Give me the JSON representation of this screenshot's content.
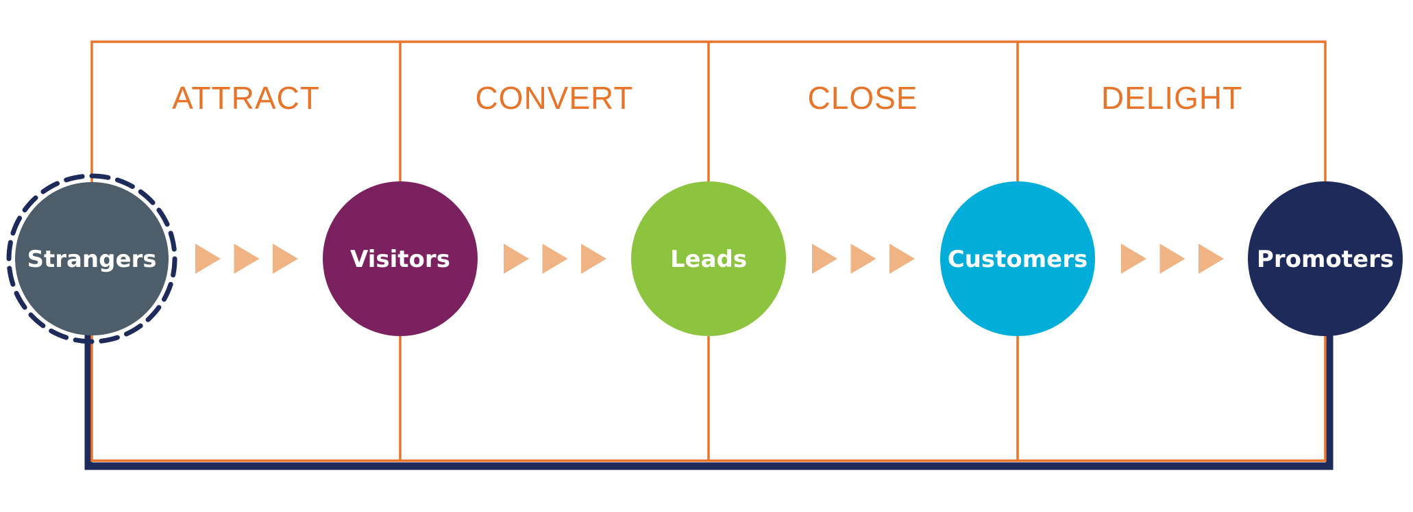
{
  "title": "Inbound Marketing Methodology",
  "colors": {
    "frame": "#e8742a",
    "loop": "#1e2a5a",
    "arrow": "#f0b384",
    "text_on_node": "#ffffff"
  },
  "stages": [
    {
      "label": "ATTRACT"
    },
    {
      "label": "CONVERT"
    },
    {
      "label": "CLOSE"
    },
    {
      "label": "DELIGHT"
    }
  ],
  "nodes": [
    {
      "label": "Strangers",
      "color": "#4d5d6a",
      "dashed_ring": true
    },
    {
      "label": "Visitors",
      "color": "#7b2160",
      "dashed_ring": false
    },
    {
      "label": "Leads",
      "color": "#8cc43f",
      "dashed_ring": false
    },
    {
      "label": "Customers",
      "color": "#00aed9",
      "dashed_ring": false
    },
    {
      "label": "Promoters",
      "color": "#1e2a5a",
      "dashed_ring": false
    }
  ],
  "arrows_per_gap": 3
}
